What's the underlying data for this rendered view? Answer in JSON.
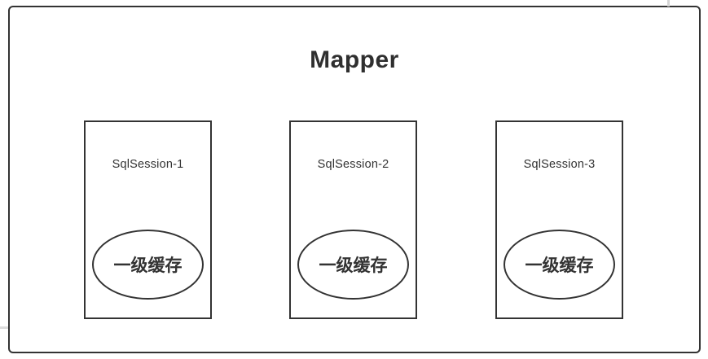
{
  "diagram": {
    "title": "Mapper",
    "stroke_color": "#333333",
    "text_color": "#333333",
    "sessions": [
      {
        "label": "SqlSession-1",
        "cache_label": "一级缓存"
      },
      {
        "label": "SqlSession-2",
        "cache_label": "一级缓存"
      },
      {
        "label": "SqlSession-3",
        "cache_label": "一级缓存"
      }
    ]
  }
}
